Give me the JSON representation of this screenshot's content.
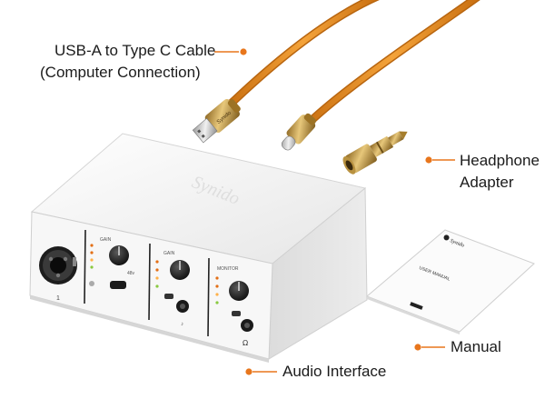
{
  "callouts": {
    "usb_cable_line1": "USB-A to Type C Cable",
    "usb_cable_line2": "(Computer Connection)",
    "headphone_line1": "Headphone",
    "headphone_line2": "Adapter",
    "manual": "Manual",
    "audio_interface": "Audio Interface"
  },
  "brand": {
    "device_logo": "Synido",
    "manual_logo": "Synido",
    "manual_heading": "USER MANUAL"
  },
  "device_labels": {
    "knob1_label": "GAIN",
    "knob2_label": "GAIN",
    "knob3_label": "MONITOR",
    "phantom_label": "48v"
  },
  "colors": {
    "accent": "#e8761c",
    "cable": "#e08a1e",
    "metal": "#c9a24a",
    "device_body": "#eeeeee",
    "background": "#ffffff"
  }
}
